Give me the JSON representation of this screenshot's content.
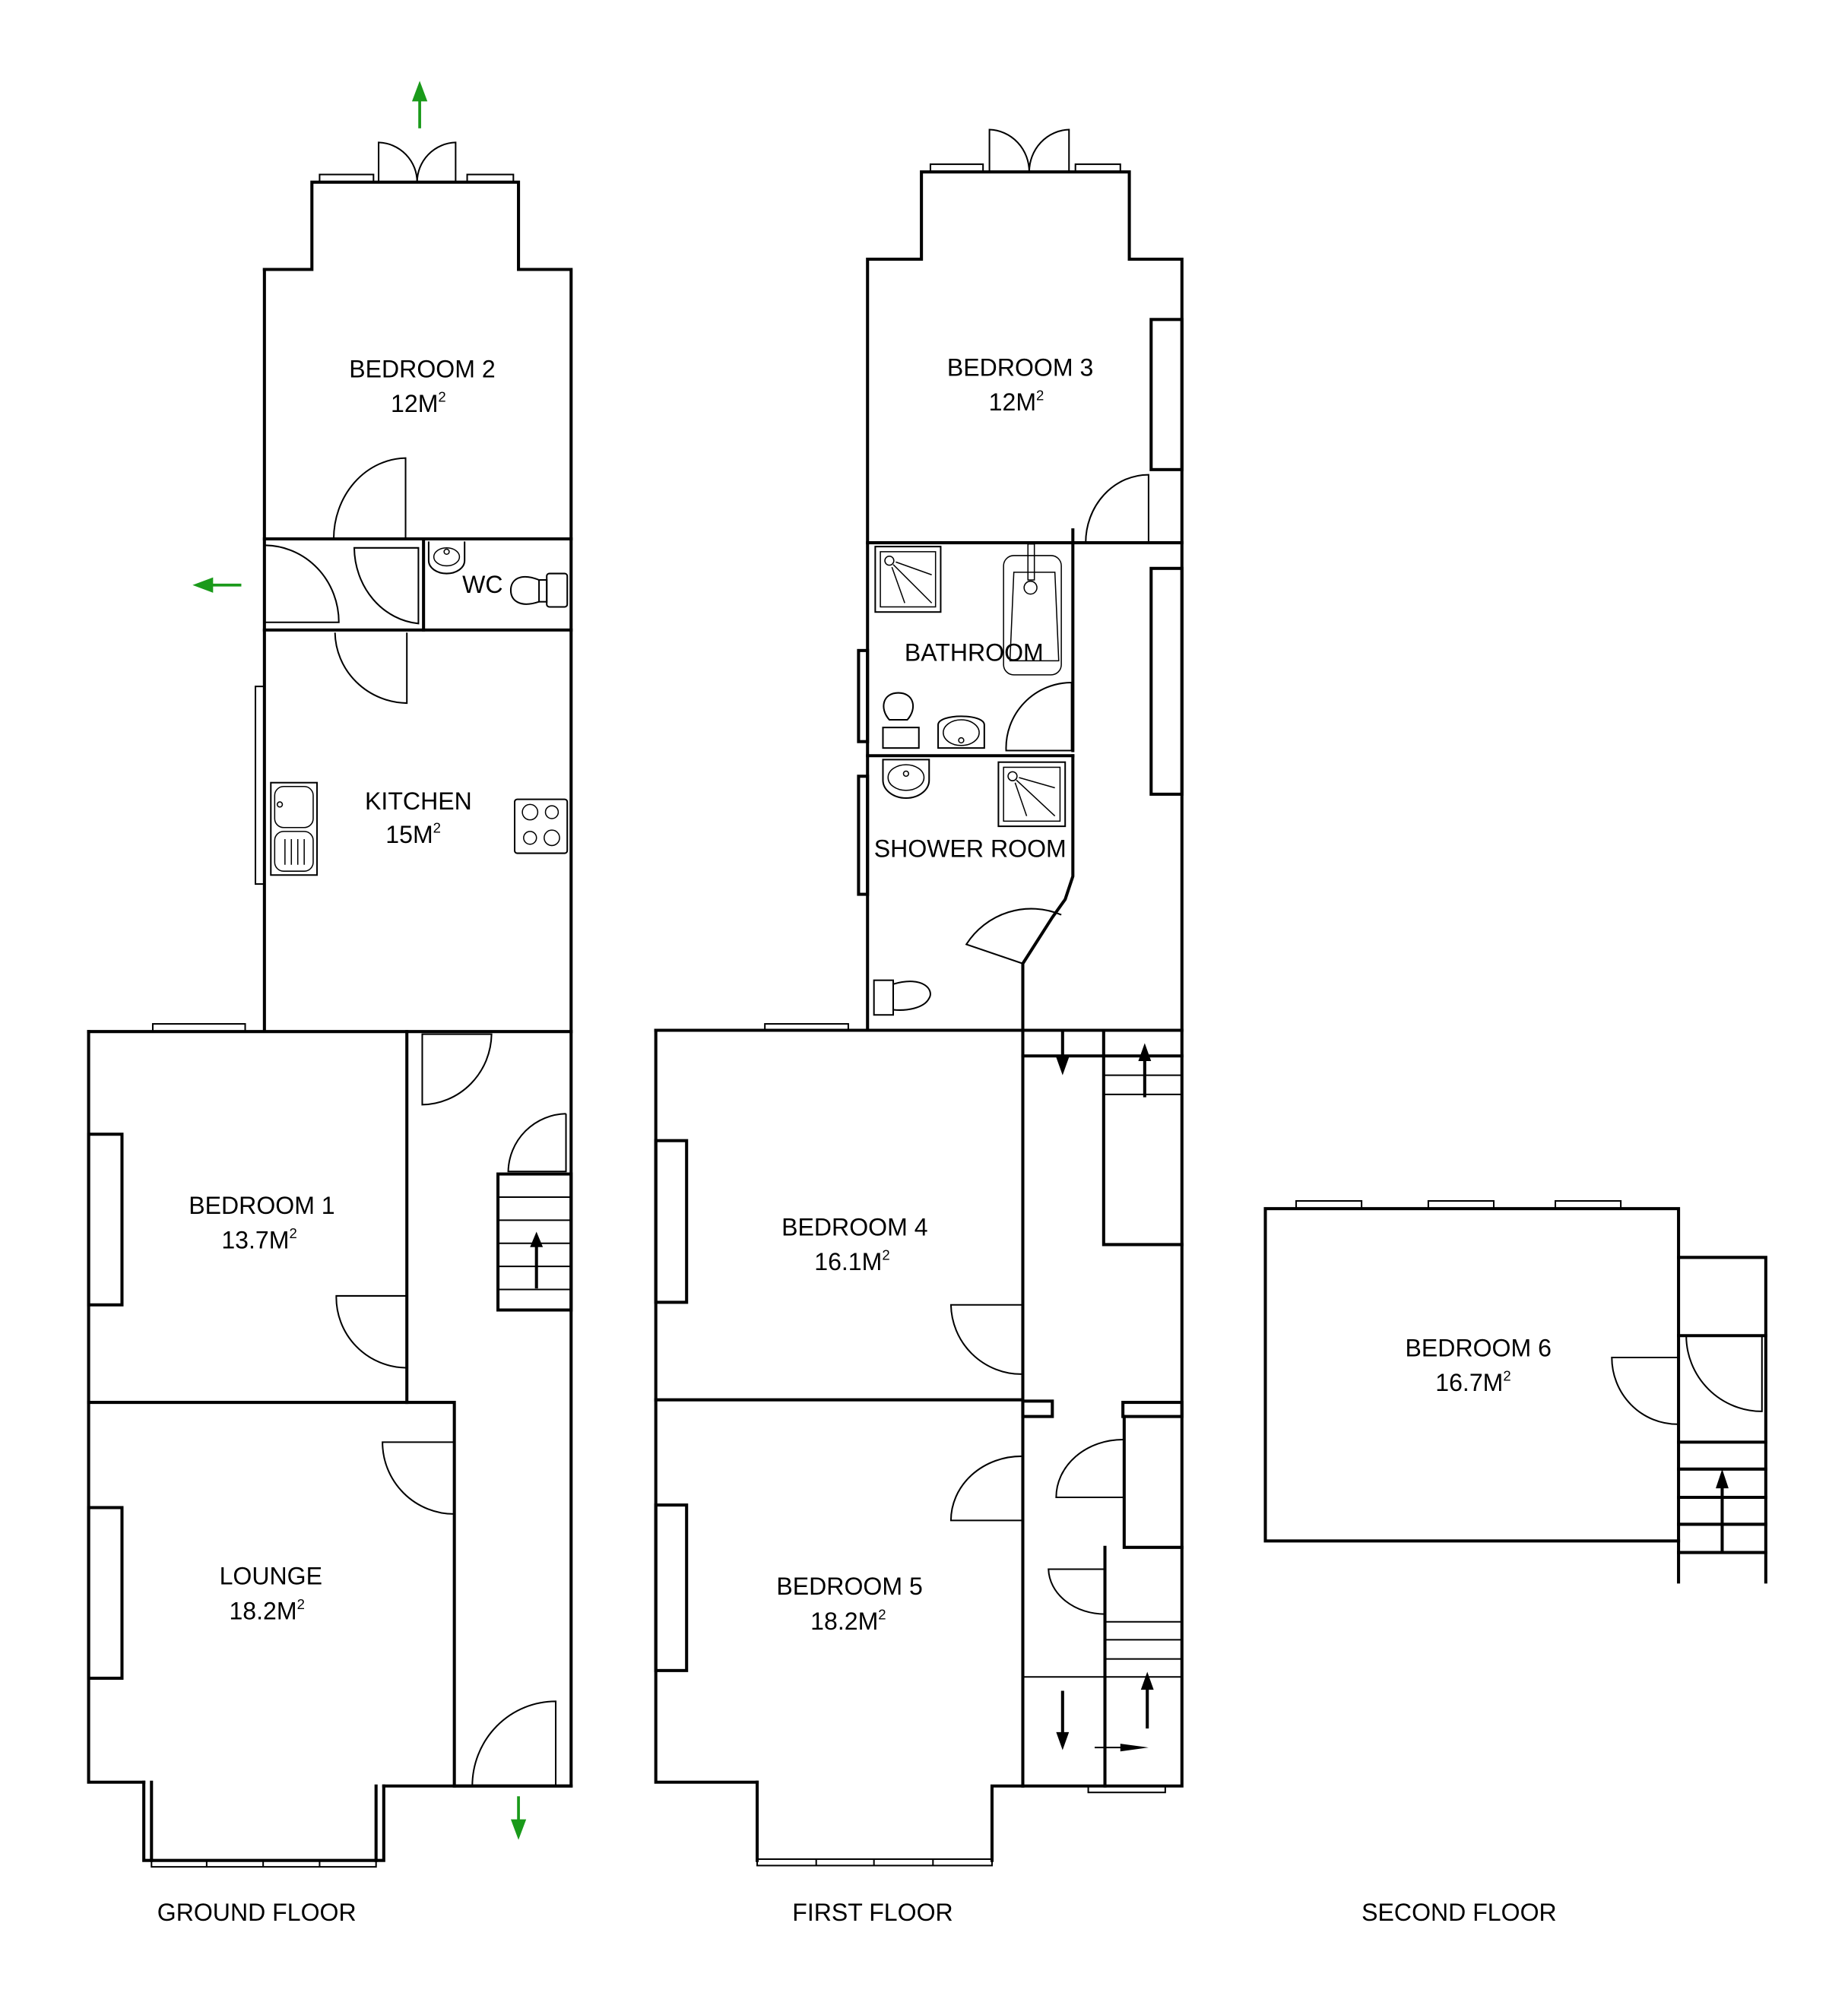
{
  "plan": {
    "floors": [
      {
        "label": "GROUND FLOOR",
        "rooms": [
          {
            "name": "BEDROOM 2",
            "area": "12M",
            "unit_sup": "2"
          },
          {
            "name": "WC"
          },
          {
            "name": "KITCHEN",
            "area": "15M",
            "unit_sup": "2"
          },
          {
            "name": "BEDROOM 1",
            "area": "13.7M",
            "unit_sup": "2"
          },
          {
            "name": "LOUNGE",
            "area": "18.2M",
            "unit_sup": "2"
          }
        ]
      },
      {
        "label": "FIRST FLOOR",
        "rooms": [
          {
            "name": "BEDROOM 3",
            "area": "12M",
            "unit_sup": "2"
          },
          {
            "name": "BATHROOM"
          },
          {
            "name": "SHOWER ROOM"
          },
          {
            "name": "BEDROOM 4",
            "area": "16.1M",
            "unit_sup": "2"
          },
          {
            "name": "BEDROOM 5",
            "area": "18.2M",
            "unit_sup": "2"
          }
        ]
      },
      {
        "label": "SECOND FLOOR",
        "rooms": [
          {
            "name": "BEDROOM 6",
            "area": "16.7M",
            "unit_sup": "2"
          }
        ]
      }
    ],
    "colors": {
      "walls": "#000000",
      "exit_arrows": "#1a9a1a",
      "background": "#ffffff"
    },
    "icons": [
      "exit-arrow-icon",
      "stair-direction-arrow-icon",
      "door-swing-icon",
      "sink-icon",
      "toilet-icon",
      "shower-tray-icon",
      "bathtub-icon",
      "hob-icon",
      "kitchen-sink-icon"
    ]
  }
}
